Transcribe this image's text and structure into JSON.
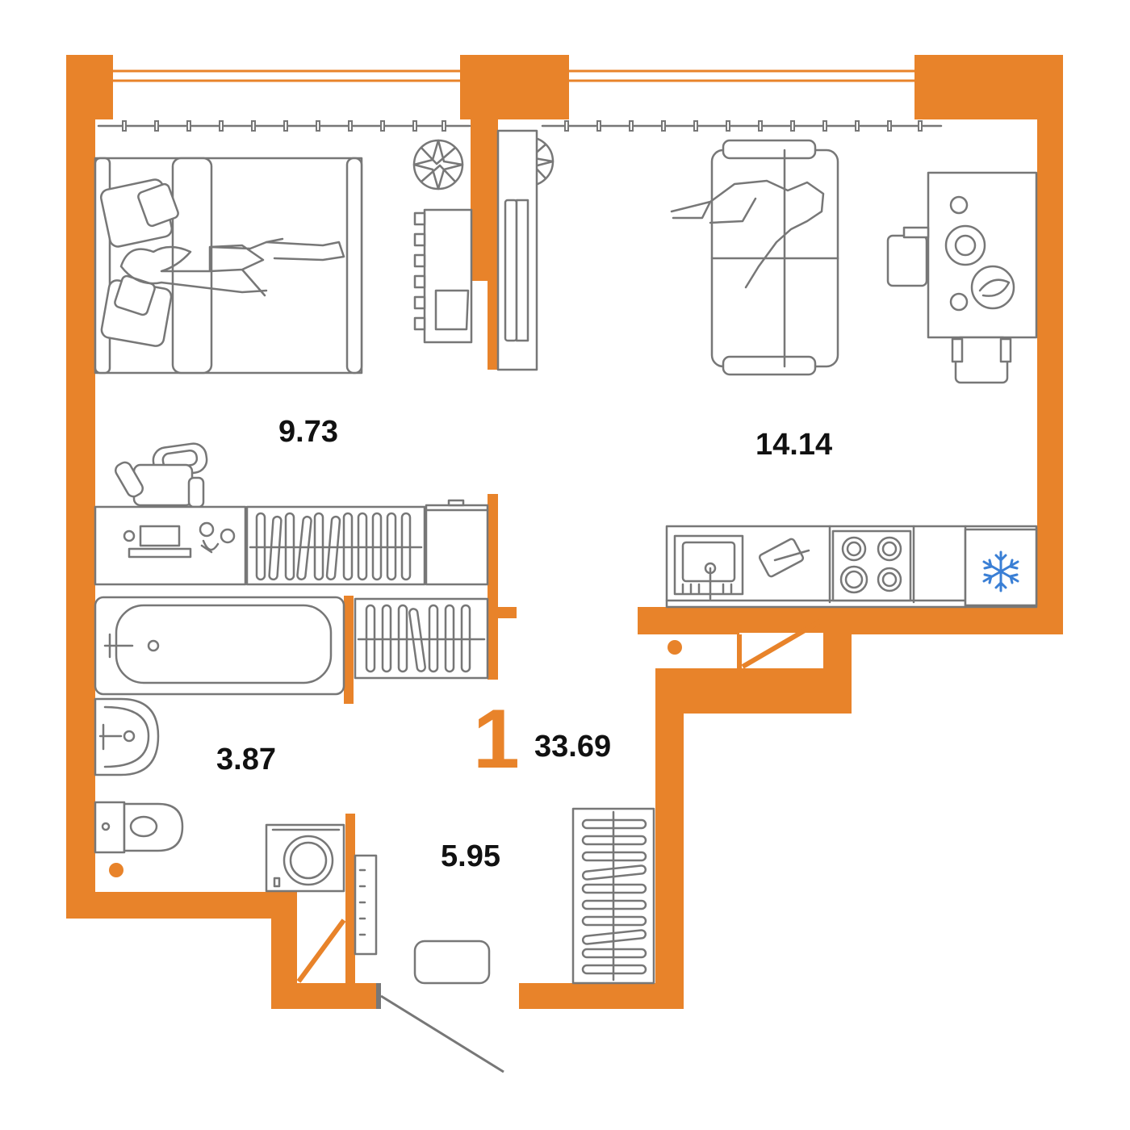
{
  "plan": {
    "rooms_count": "1",
    "total_area": "33.69",
    "rooms": [
      {
        "area": "9.73"
      },
      {
        "area": "14.14"
      },
      {
        "area": "3.87"
      },
      {
        "area": "5.95"
      }
    ]
  },
  "colors": {
    "wall": "#e8832a",
    "furniture_line": "#777777",
    "freezer_icon": "#3a7fd5",
    "label_text": "#111111"
  },
  "icons": [
    "bed-icon",
    "plant-icon",
    "tv-stand-icon",
    "sofa-icon",
    "dining-table-icon",
    "desk-icon",
    "office-chair-icon",
    "wardrobe-icon",
    "sink-icon",
    "cutting-board-icon",
    "stove-icon",
    "fridge-snowflake-icon",
    "bathtub-icon",
    "washbasin-icon",
    "toilet-icon",
    "washing-machine-icon",
    "shoe-rack-icon",
    "entrance-door-icon"
  ]
}
